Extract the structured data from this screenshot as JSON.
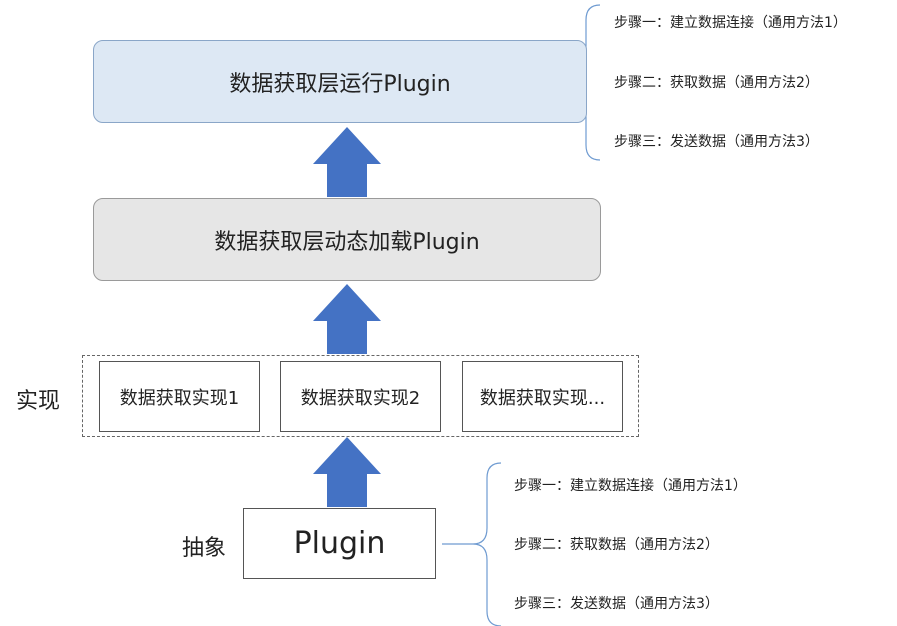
{
  "diagram": {
    "run_box_label": "数据获取层运行Plugin",
    "load_box_label": "数据获取层动态加载Plugin",
    "impl_label": "实现",
    "abstract_label": "抽象",
    "impl_boxes": [
      "数据获取实现1",
      "数据获取实现2",
      "数据获取实现..."
    ],
    "plugin_label": "Plugin",
    "top_steps": [
      "步骤一：建立数据连接（通用方法1）",
      "步骤二：获取数据（通用方法2）",
      "步骤三：发送数据（通用方法3）"
    ],
    "bottom_steps": [
      "步骤一：建立数据连接（通用方法1）",
      "步骤二：获取数据（通用方法2）",
      "步骤三：发送数据（通用方法3）"
    ]
  },
  "colors": {
    "arrow": "#4472c4",
    "run_box_fill": "#dde8f4",
    "load_box_fill": "#e6e6e6",
    "brace": "#6f9bd1"
  }
}
